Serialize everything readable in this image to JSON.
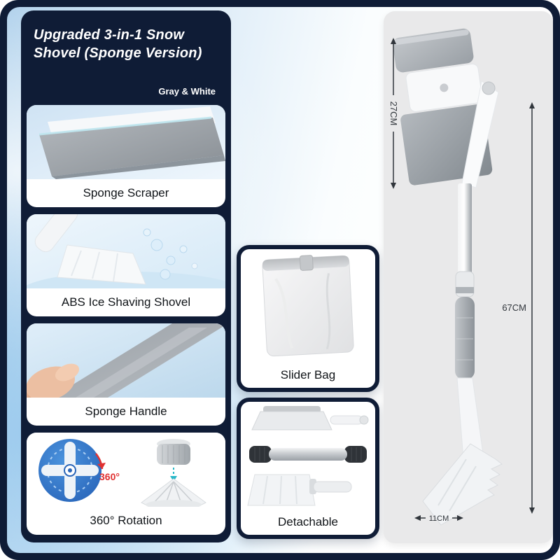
{
  "colors": {
    "accent_navy": "#0f1c36",
    "panel_gray": "#e9e9ea",
    "rotation_red": "#e03131",
    "circle_blue": "#2f6fc4"
  },
  "left_panel": {
    "title_line1": "Upgraded 3-in-1 Snow",
    "title_line2": "Shovel (Sponge Version)",
    "color_label": "Gray & White",
    "rotation_label": "360°",
    "cards": [
      {
        "caption": "Sponge Scraper"
      },
      {
        "caption": "ABS Ice Shaving Shovel"
      },
      {
        "caption": "Sponge Handle"
      },
      {
        "caption": "360° Rotation"
      }
    ]
  },
  "middle_panel": {
    "cards": [
      {
        "caption": "Slider Bag"
      },
      {
        "caption": "Detachable"
      }
    ]
  },
  "right_panel": {
    "measurements": {
      "head_height": "27CM",
      "total_length": "67CM",
      "blade_width": "11CM"
    }
  }
}
